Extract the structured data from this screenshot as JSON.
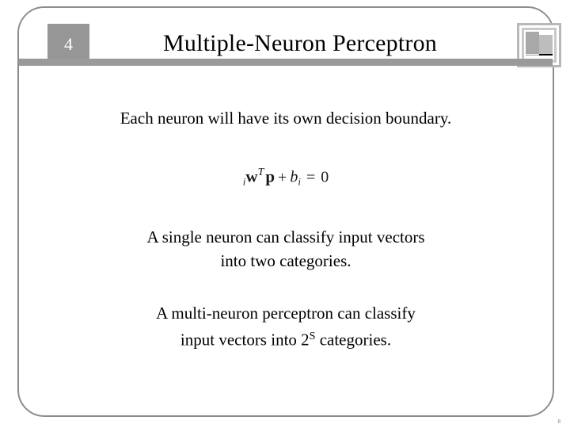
{
  "slide": {
    "number_badge": "4",
    "title": "Multiple-Neuron Perceptron",
    "page_number": "8",
    "logo_name": "book-logo-icon",
    "accent_gray": "#969696",
    "divider_gray": "#9a9a9a",
    "frame_gray": "#8c8c8c",
    "text_color": "#000000"
  },
  "body": {
    "statement_1": "Each neuron will have its own decision boundary.",
    "equation": {
      "full_text": "iw^T p + bi = 0",
      "pre_subscript": "i",
      "weight_symbol": "w",
      "transpose": "T",
      "input_symbol": "p",
      "plus": "+",
      "bias_symbol": "b",
      "bias_subscript": "i",
      "equals": "=",
      "rhs": "0"
    },
    "statement_2_line_1": "A single neuron can classify input vectors",
    "statement_2_line_2": "into two categories.",
    "statement_3_line_1": "A multi-neuron perceptron can classify",
    "statement_3_line_2_before": "input vectors into 2",
    "statement_3_superscript": "S",
    "statement_3_line_2_after": " categories."
  }
}
